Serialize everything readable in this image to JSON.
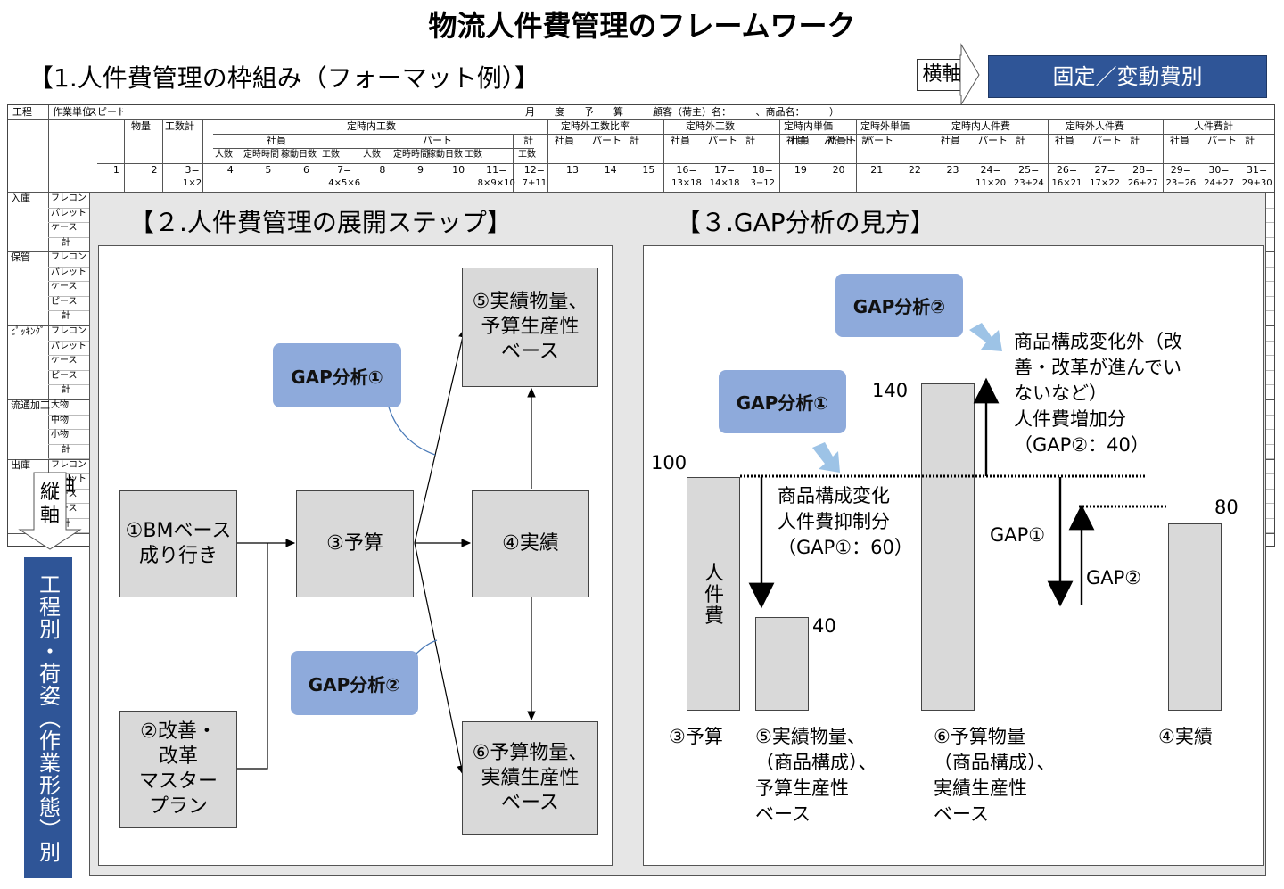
{
  "title": "物流人件費管理のフレームワーク",
  "section1": "【1.人件費管理の枠組み（フォーマット例）】",
  "horizontal_axis": {
    "tag": "横軸",
    "label": "固定／変動費別"
  },
  "vertical_axis": {
    "tag": "縦軸",
    "label": "工程別・荷姿（作業形態）別"
  },
  "sheet": {
    "h_process": "工程",
    "h_work_unit": "作業単位",
    "h_speed": "スピード",
    "h_period": "月　　度　　予　　算　　　顧客（荷主）名：　　　、商品名：　　　）",
    "h_volume": "物量",
    "h_manhours": "工数計",
    "h_regular": "定時内工数",
    "h_employee": "社員",
    "h_part": "パート",
    "h_total": "計",
    "h_ot_ratio": "定時外工数比率",
    "h_ot": "定時外工数",
    "h_unit_in": "定時内単価",
    "h_unit_out": "定時外単価",
    "h_cost_in": "定時内人件費",
    "h_cost_out": "定時外人件費",
    "h_cost_total": "人件費計",
    "sub": [
      "人数",
      "定時時間",
      "稼動日数",
      "工数",
      "人数",
      "定時時間",
      "稼動日数",
      "工数",
      "工数"
    ],
    "pair_labels": [
      "社員",
      "パート",
      "計"
    ],
    "nums": [
      "1",
      "2",
      "3=",
      "4",
      "5",
      "6",
      "7=",
      "8",
      "9",
      "10",
      "11=",
      "12=",
      "13",
      "14",
      "15",
      "16=",
      "17=",
      "18=",
      "19",
      "20",
      "21",
      "22",
      "23",
      "24=",
      "25=",
      "26=",
      "27=",
      "28=",
      "29=",
      "30=",
      "31="
    ],
    "formulas": [
      "1×2",
      "4×5×6",
      "8×9×10",
      "7+11",
      "13×18",
      "14×18",
      "3−12",
      "11×20",
      "23+24",
      "16×21",
      "17×22",
      "26+27",
      "23+26",
      "24+27",
      "29+30"
    ],
    "processes": [
      "入庫",
      "保管",
      "ﾋﾟｯｷﾝｸﾞ",
      "流通加工",
      "出庫"
    ],
    "units_a": [
      "フレコン",
      "パレット",
      "ケース",
      "計"
    ],
    "units_b": [
      "フレコン",
      "パレット",
      "ケース",
      "ピース",
      "計"
    ],
    "units_c": [
      "大物",
      "中物",
      "小物",
      "計"
    ],
    "units_d": [
      "フレコン",
      "パレット",
      "ケース",
      "ピース",
      "計"
    ]
  },
  "section2": {
    "title": "【２.人件費管理の展開ステップ】",
    "box1": "①BMベース\n成り行き",
    "box2": "②改善・\n改革\nマスター\nプラン",
    "box3": "③予算",
    "box4": "④実績",
    "box5": "⑤実績物量、\n予算生産性\nベース",
    "box6": "⑥予算物量、\n実績生産性\nベース",
    "gap1": "GAP分析①",
    "gap2": "GAP分析②"
  },
  "section3": {
    "title": "【３.GAP分析の見方】",
    "gap1": "GAP分析①",
    "gap2": "GAP分析②",
    "bar_ylabel": "人件費",
    "note1": [
      "商品構成変化",
      "人件費抑制分",
      "（GAP①：60）"
    ],
    "note2": [
      "商品構成変化外（改",
      "善・改革が進んでい",
      "ないなど）",
      "人件費増加分",
      "（GAP②：40）"
    ],
    "gap1_arrow": "GAP①",
    "gap2_arrow": "GAP②",
    "bars": [
      {
        "label": "③予算",
        "value": 100,
        "value_label": "100"
      },
      {
        "label": "⑤実績物量、\n（商品構成）、\n予算生産性\nベース",
        "value": 40,
        "value_label": "40"
      },
      {
        "label": "⑥予算物量\n（商品構成）、\n実績生産性\nベース",
        "value": 140,
        "value_label": "140"
      },
      {
        "label": "④実績",
        "value": 80,
        "value_label": "80"
      }
    ]
  },
  "colors": {
    "navy": "#2f5597",
    "gap_box": "#8eaadb",
    "box_fill": "#d9d9d9",
    "panel_bg": "#e6e6e6",
    "arrow_blue": "#9dc3e6",
    "curve": "#4a7ab8"
  }
}
